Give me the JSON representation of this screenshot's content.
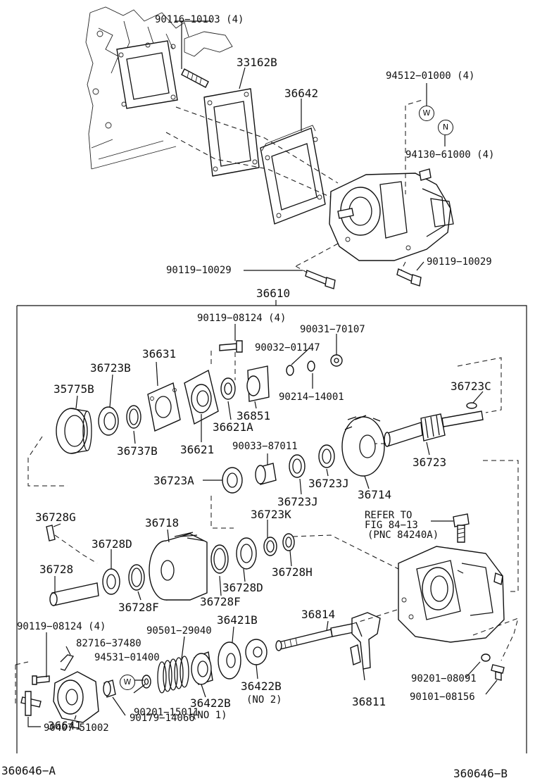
{
  "callouts": {
    "p90116": "90116−10103 (4)",
    "p33162b": "33162B",
    "p36642": "36642",
    "p94512": "94512−01000 (4)",
    "p94130": "94130−61000 (4)",
    "p90119_left": "90119−10029",
    "p90119_right": "90119−10029",
    "p36610": "36610",
    "p90119_08124_top": "90119−08124 (4)",
    "p90031": "90031−70107",
    "p90032": "90032−01147",
    "p90214": "90214−14001",
    "p36631": "36631",
    "p36723b": "36723B",
    "p35775b": "35775B",
    "p36737b": "36737B",
    "p36621": "36621",
    "p36621a": "36621A",
    "p36851": "36851",
    "p90033": "90033−87011",
    "p36723c": "36723C",
    "p36723": "36723",
    "p36723a": "36723A",
    "p36723j_1": "36723J",
    "p36723j_2": "36723J",
    "p36714": "36714",
    "p36728g": "36728G",
    "p36718": "36718",
    "p36723k": "36723K",
    "p36728d_1": "36728D",
    "p36728": "36728",
    "p36728f_1": "36728F",
    "p36728d_2": "36728D",
    "p36728f_2": "36728F",
    "p36728h": "36728H",
    "refer_line1": "REFER TO",
    "refer_line2": "FIG 84−13",
    "refer_line3": "(PNC 84240A)",
    "p90119_08124_bot": "90119−08124 (4)",
    "p82716": "82716−37480",
    "p90501": "90501−29040",
    "p36421b": "36421B",
    "p36814": "36814",
    "p94531": "94531−01400",
    "p90201_15011": "90201−15011",
    "no1": "(NO 1)",
    "p36422b_1": "36422B",
    "p36422b_2": "36422B",
    "no2": "(NO 2)",
    "p36811": "36811",
    "p90201_08091": "90201−08091",
    "p90101": "90101−08156",
    "p36641": "36641",
    "p90179": "90179−14066",
    "p90407": "90407−51002"
  },
  "markers": {
    "washer_w1": "W",
    "washer_n": "N",
    "washer_w2": "W"
  },
  "footer": {
    "left_code": "360646−A",
    "right_code": "360646−B"
  },
  "icons": {
    "exploded_view": "transfer-case-exploded-diagram"
  }
}
